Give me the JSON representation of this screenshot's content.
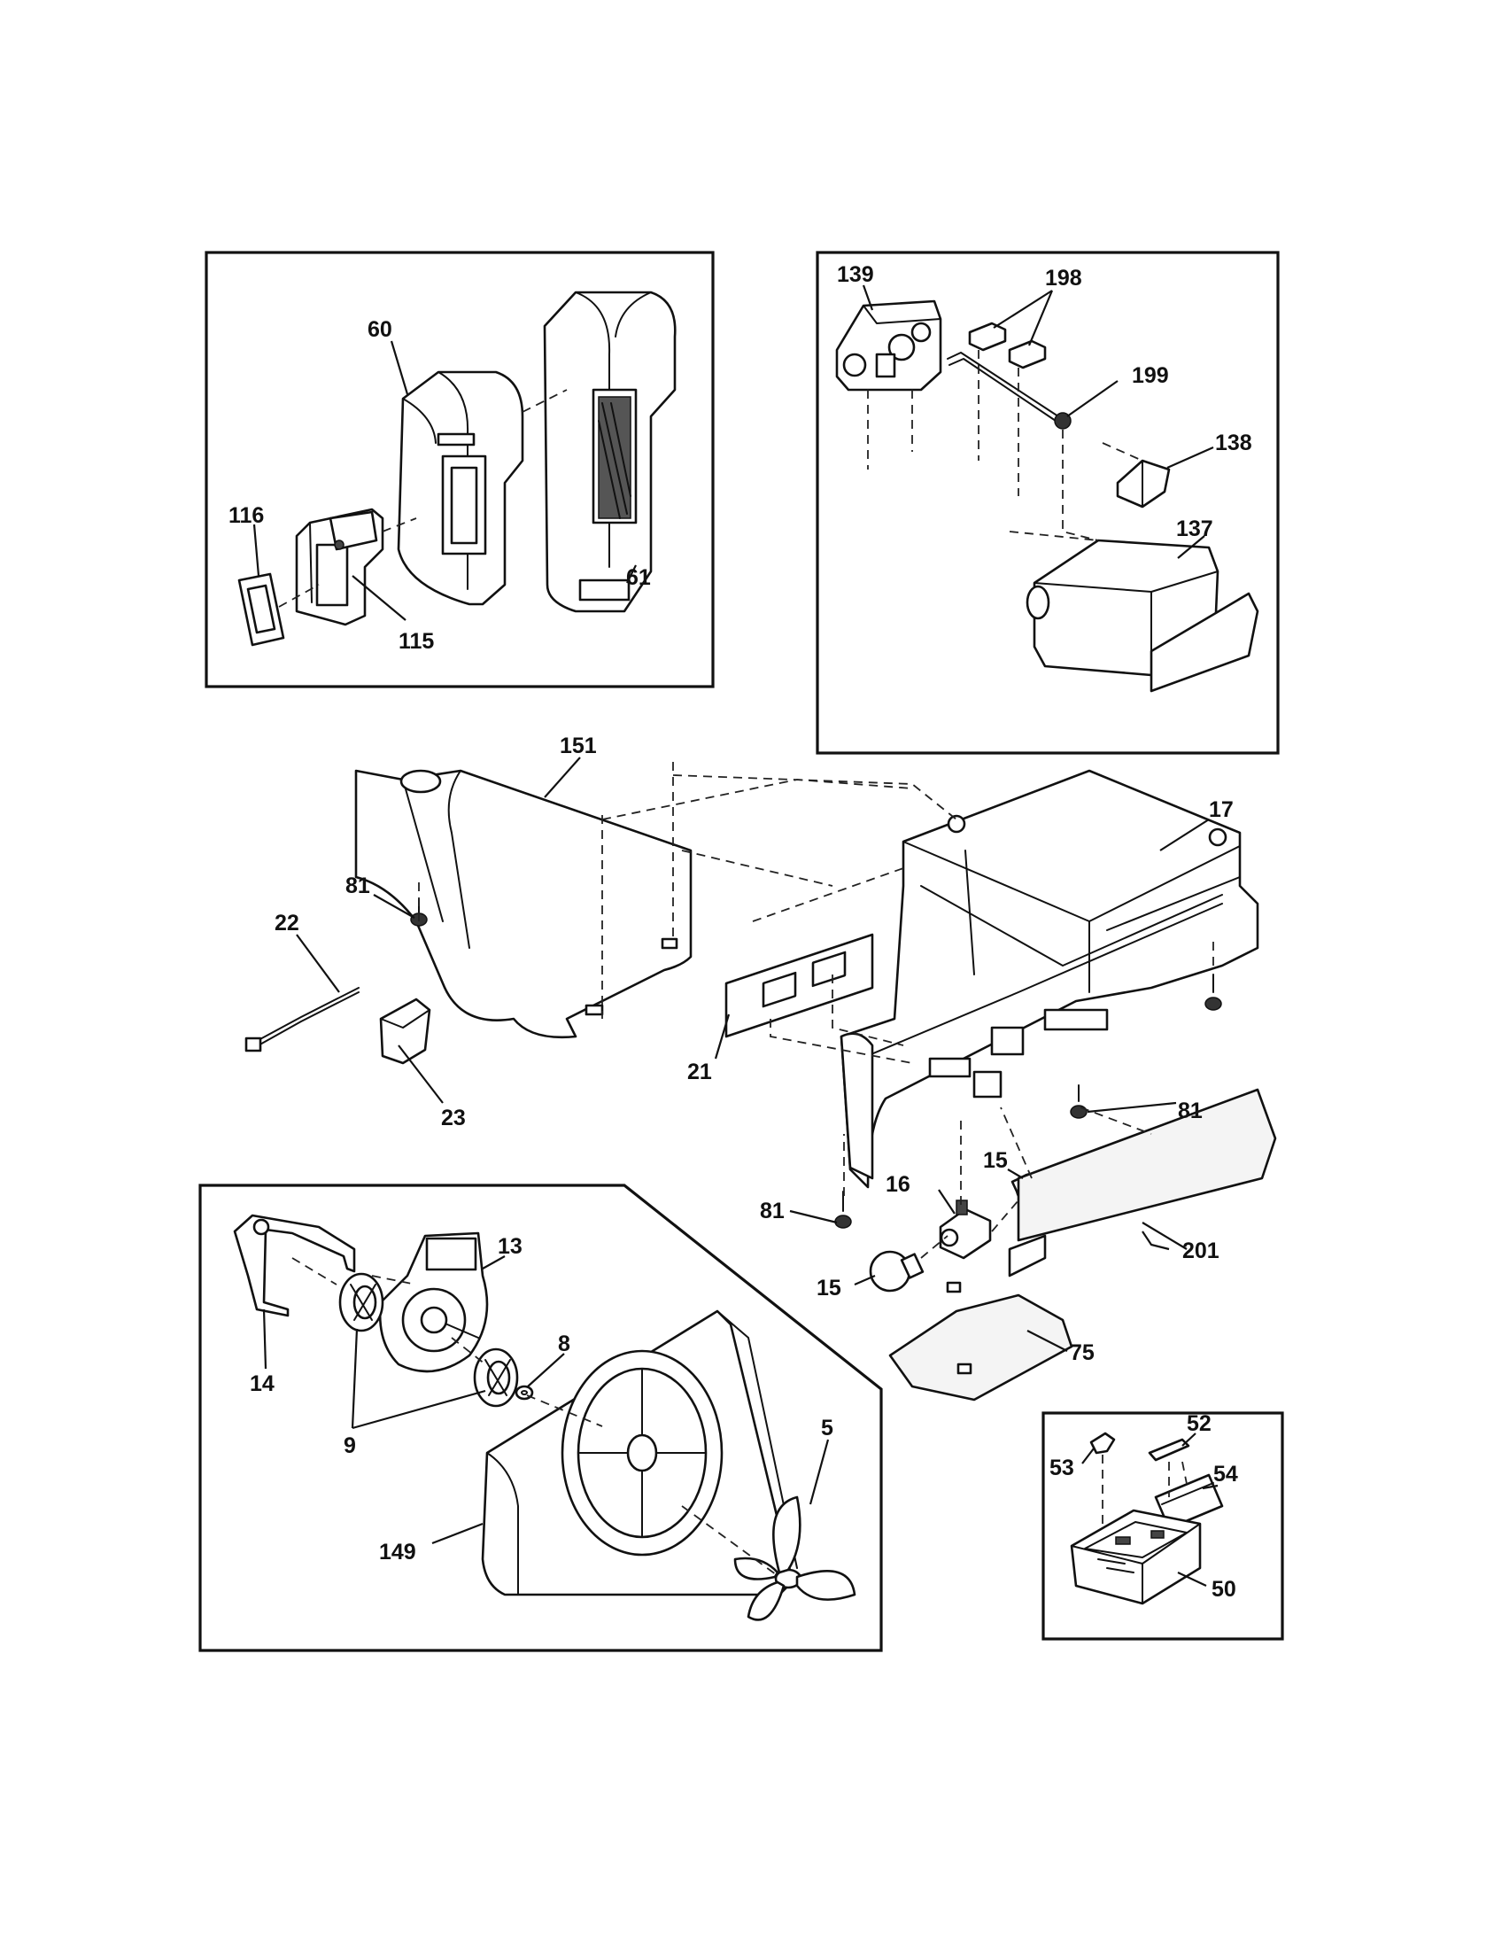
{
  "callouts": {
    "c116": "116",
    "c60": "60",
    "c115": "115",
    "c61": "61",
    "c139": "139",
    "c198": "198",
    "c199": "199",
    "c138": "138",
    "c137": "137",
    "c151": "151",
    "c17": "17",
    "c81a": "81",
    "c22": "22",
    "c23": "23",
    "c21": "21",
    "c81b": "81",
    "c81c": "81",
    "c15a": "15",
    "c16": "16",
    "c15b": "15",
    "c201": "201",
    "c75": "75",
    "c13": "13",
    "c14": "14",
    "c8": "8",
    "c9": "9",
    "c5": "5",
    "c149": "149",
    "c52": "52",
    "c53": "53",
    "c54": "54",
    "c50": "50"
  }
}
